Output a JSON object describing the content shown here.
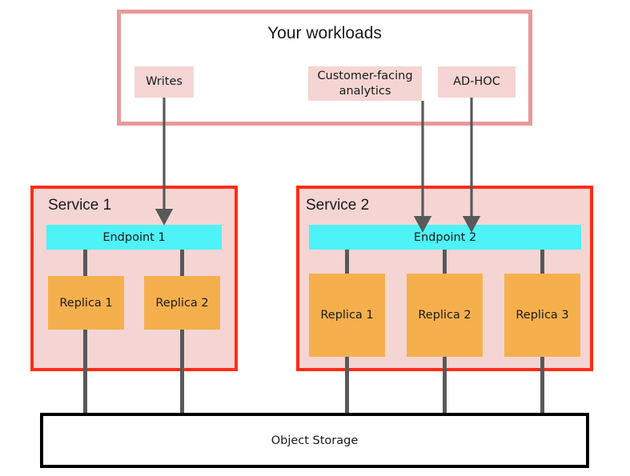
{
  "diagram": {
    "title": "Your workloads",
    "workloads": [
      {
        "id": "writes",
        "label": "Writes"
      },
      {
        "id": "customer-facing-analytics",
        "label": "Customer-facing analytics"
      },
      {
        "id": "ad-hoc",
        "label": "AD-HOC"
      }
    ],
    "services": [
      {
        "id": "service-1",
        "label": "Service 1",
        "endpoint": "Endpoint 1",
        "replicas": [
          "Replica 1",
          "Replica 2"
        ]
      },
      {
        "id": "service-2",
        "label": "Service 2",
        "endpoint": "Endpoint 2",
        "replicas": [
          "Replica 1",
          "Replica 2",
          "Replica 3"
        ]
      }
    ],
    "storage": {
      "label": "Object Storage"
    },
    "colors": {
      "workload_border": "#e89a9a",
      "workload_chip": "#f4d5d3",
      "service_border": "#ff2d16",
      "service_fill": "#f4d5d3",
      "endpoint_fill": "#4df3f7",
      "replica_fill": "#f5b04d",
      "connector": "#595959",
      "storage_border": "#000000",
      "background": "#ffffff"
    }
  }
}
